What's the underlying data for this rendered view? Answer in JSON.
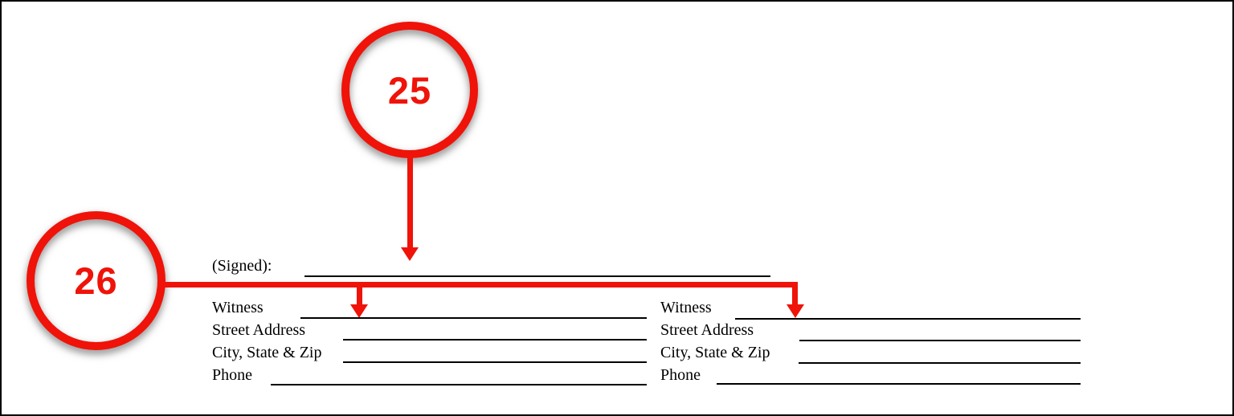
{
  "colors": {
    "annotation_red": "#ef1309",
    "ink_black": "#000000",
    "paper_white": "#ffffff"
  },
  "callouts": {
    "signed_step": "25",
    "witness_step": "26"
  },
  "form": {
    "signed_label": "(Signed):",
    "field_labels": [
      "Witness",
      "Street Address",
      "City, State & Zip",
      "Phone"
    ]
  }
}
